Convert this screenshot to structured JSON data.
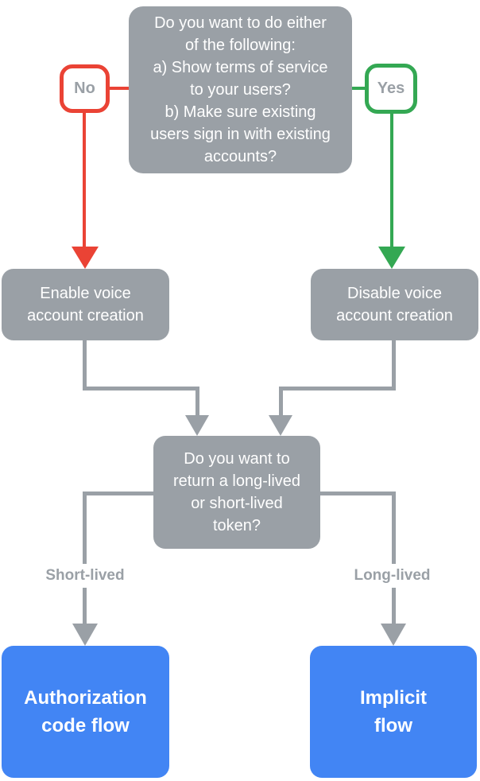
{
  "colors": {
    "gray": "#9aa0a6",
    "red": "#ea4335",
    "green": "#34a853",
    "blue": "#4285f4",
    "label_text": "#9aa0a6",
    "box_text": "#ffffff",
    "background": "#ffffff"
  },
  "flow": {
    "question_terms": {
      "lines": [
        "Do you want to do either",
        "of the following:",
        "a) Show terms of service",
        "to your users?",
        "b) Make sure existing",
        "users sign in with existing",
        "accounts?"
      ]
    },
    "branch_no": {
      "label": "No"
    },
    "branch_yes": {
      "label": "Yes"
    },
    "enable_voice": {
      "lines": [
        "Enable voice",
        "account creation"
      ]
    },
    "disable_voice": {
      "lines": [
        "Disable voice",
        "account creation"
      ]
    },
    "question_token": {
      "lines": [
        "Do you want to",
        "return a long-lived",
        "or short-lived",
        "token?"
      ]
    },
    "edge_short": {
      "label": "Short-lived"
    },
    "edge_long": {
      "label": "Long-lived"
    },
    "auth_code_flow": {
      "lines": [
        "Authorization",
        "code flow"
      ]
    },
    "implicit_flow": {
      "lines": [
        "Implicit",
        "flow"
      ]
    }
  }
}
